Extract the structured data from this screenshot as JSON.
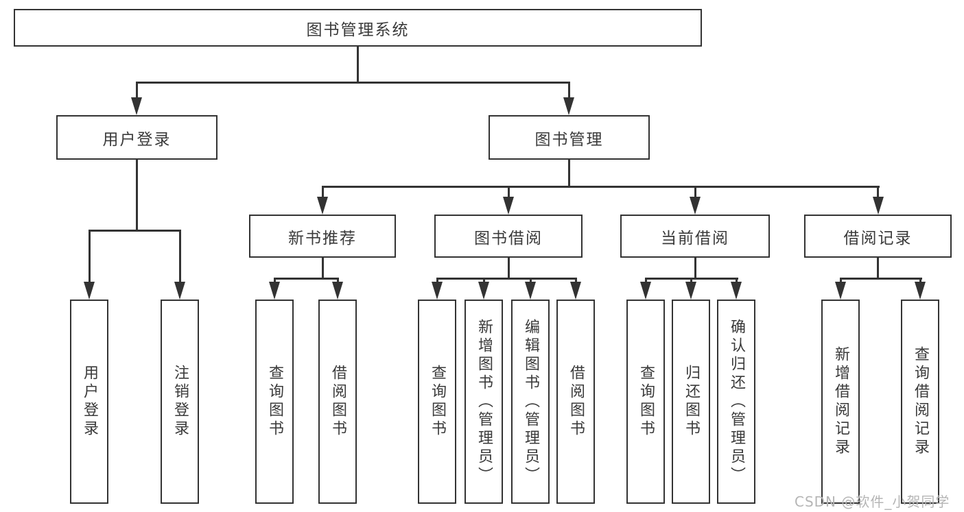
{
  "diagram_type": "hierarchy-tree",
  "tree": {
    "label": "图书管理系统",
    "children": [
      {
        "label": "用户登录",
        "children": [
          {
            "label": "用户登录"
          },
          {
            "label": "注销登录"
          }
        ]
      },
      {
        "label": "图书管理",
        "children": [
          {
            "label": "新书推荐",
            "children": [
              {
                "label": "查询图书"
              },
              {
                "label": "借阅图书"
              }
            ]
          },
          {
            "label": "图书借阅",
            "children": [
              {
                "label": "查询图书"
              },
              {
                "label": "新增图书（管理员）"
              },
              {
                "label": "编辑图书（管理员）"
              },
              {
                "label": "借阅图书"
              }
            ]
          },
          {
            "label": "当前借阅",
            "children": [
              {
                "label": "查询图书"
              },
              {
                "label": "归还图书"
              },
              {
                "label": "确认归还（管理员）"
              }
            ]
          },
          {
            "label": "借阅记录",
            "children": [
              {
                "label": "新增借阅记录"
              },
              {
                "label": "查询借阅记录"
              }
            ]
          }
        ]
      }
    ]
  },
  "watermark": {
    "text": "CSDN @软件_小贺同学"
  },
  "colors": {
    "line": "#333333",
    "box_border": "#333333",
    "text": "#3a3a3a",
    "watermark": "#b5b5b5",
    "background": "#ffffff"
  }
}
